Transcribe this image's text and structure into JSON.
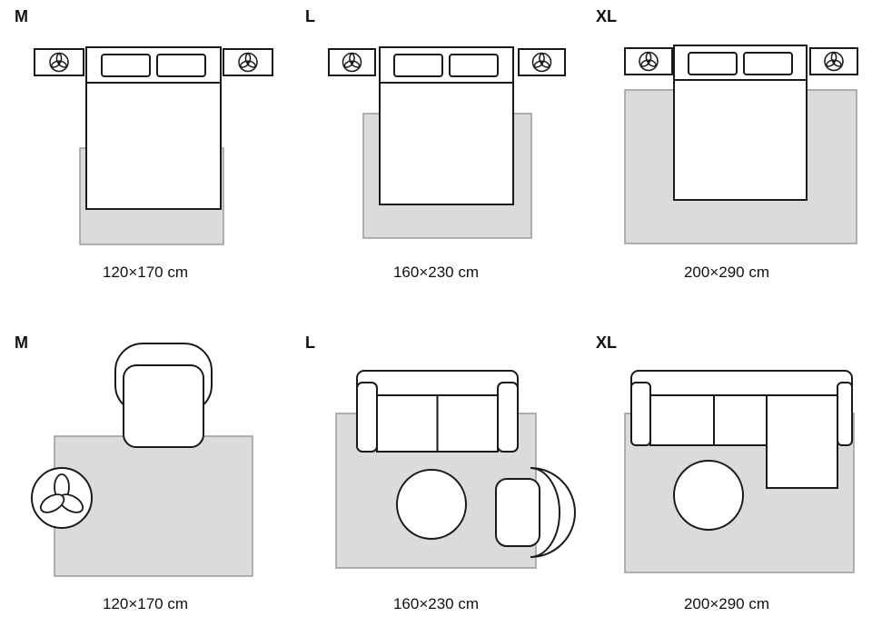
{
  "title": "rug-size-guide",
  "panels": [
    {
      "size": "M",
      "dimension": "120×170 cm",
      "scene": "bedroom"
    },
    {
      "size": "L",
      "dimension": "160×230 cm",
      "scene": "bedroom"
    },
    {
      "size": "XL",
      "dimension": "200×290 cm",
      "scene": "bedroom"
    },
    {
      "size": "M",
      "dimension": "120×170 cm",
      "scene": "living-room"
    },
    {
      "size": "L",
      "dimension": "160×230 cm",
      "scene": "living-room"
    },
    {
      "size": "XL",
      "dimension": "200×290 cm",
      "scene": "living-room"
    }
  ],
  "icons": {
    "plant": "three-petal-plant-top-view"
  },
  "colors": {
    "background": "#ffffff",
    "rug_fill": "#dbdbdb",
    "rug_stroke": "#9a9a9a",
    "furniture_outline": "#1a1a1a",
    "text": "#111111"
  }
}
